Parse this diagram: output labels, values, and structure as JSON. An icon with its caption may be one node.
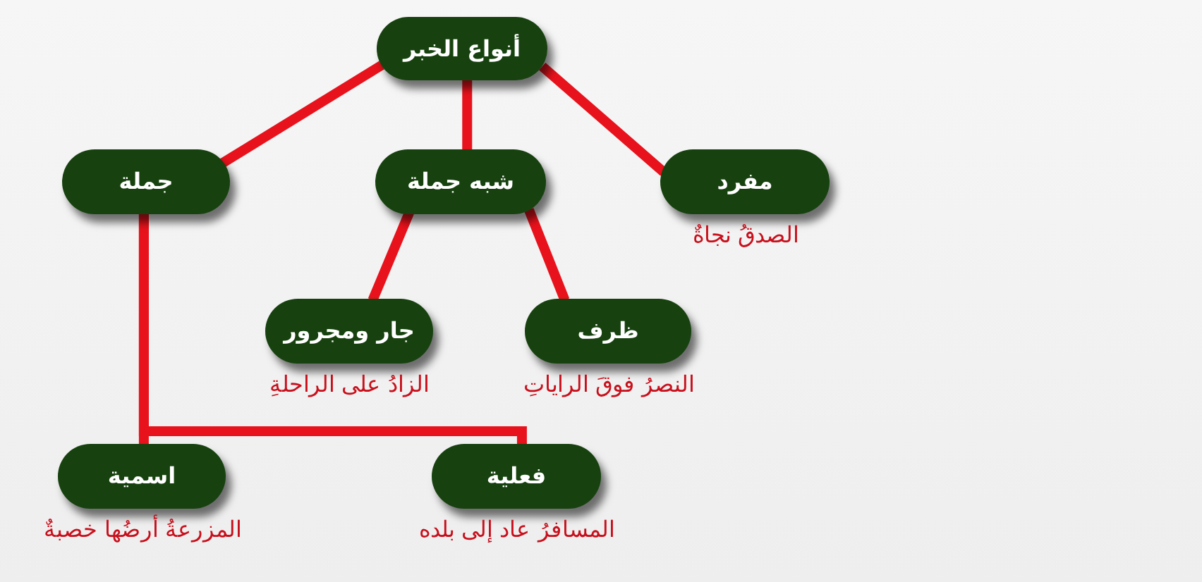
{
  "diagram": {
    "nodes": [
      {
        "text": [
          "أنواع الخبر"
        ]
      },
      {
        "text": [
          "مفرد"
        ],
        "beside": [
          "الصدقُ نجاةٌ"
        ]
      },
      {
        "text": [
          "شبه جملة"
        ]
      },
      {
        "text": [
          "جملة"
        ]
      },
      {
        "text": [
          "ظرف"
        ],
        "beside": [
          "النصرُ فوقَ الراياتِ"
        ]
      },
      {
        "text": [
          "جار ومجرور"
        ],
        "beside": [
          "الزادُ على الراحلةِ"
        ]
      },
      {
        "text": [
          "فعلية"
        ],
        "beside": [
          "المسافرُ عاد إلى بلده"
        ]
      },
      {
        "text": [
          "اسمية"
        ],
        "beside": [
          "المزرعةُ أرضُها خصبةٌ"
        ]
      }
    ],
    "edges": [
      {
        "from": 0,
        "to": 1,
        "arrow": "none"
      },
      {
        "from": 0,
        "to": 2,
        "arrow": "none"
      },
      {
        "from": 0,
        "to": 3,
        "arrow": "none"
      },
      {
        "from": 2,
        "to": 4,
        "arrow": "none"
      },
      {
        "from": 2,
        "to": 5,
        "arrow": "none"
      },
      {
        "from": 3,
        "to": 7,
        "arrow": "none"
      },
      {
        "from": 3,
        "to": 6,
        "arrow": "none"
      }
    ]
  }
}
